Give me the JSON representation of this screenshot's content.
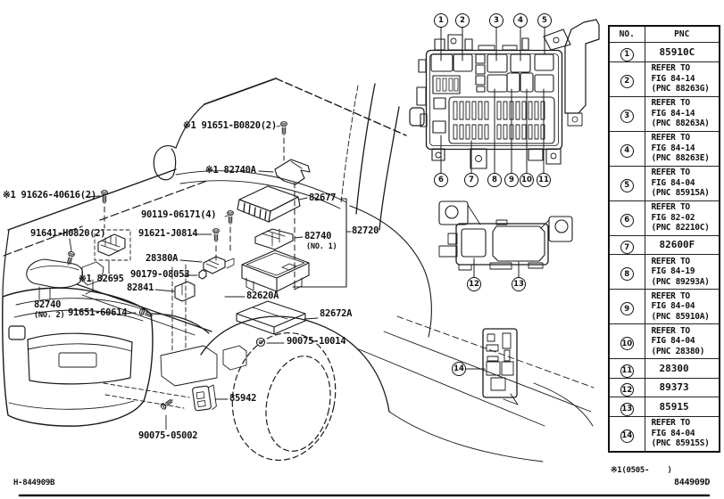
{
  "page": {
    "footer_left": "H-844909B",
    "footer_right": "844909D",
    "note": "※1(0505-    )"
  },
  "table": {
    "col_no": "NO.",
    "col_pnc": "PNC",
    "rows": [
      {
        "no": "1",
        "pnc": "85910C"
      },
      {
        "no": "2",
        "pnc": "REFER TO\nFIG 84-14\n(PNC 88263G)"
      },
      {
        "no": "3",
        "pnc": "REFER TO\nFIG 84-14\n(PNC 88263A)"
      },
      {
        "no": "4",
        "pnc": "REFER TO\nFIG 84-14\n(PNC 88263E)"
      },
      {
        "no": "5",
        "pnc": "REFER TO\nFIG 84-04\n(PNC 85915A)"
      },
      {
        "no": "6",
        "pnc": "REFER TO\nFIG 82-02\n(PNC 82210C)"
      },
      {
        "no": "7",
        "pnc": "82600F"
      },
      {
        "no": "8",
        "pnc": "REFER TO\nFIG 84-19\n(PNC 89293A)"
      },
      {
        "no": "9",
        "pnc": "REFER TO\nFIG 84-04\n(PNC 85910A)"
      },
      {
        "no": "10",
        "pnc": "REFER TO\nFIG 84-04\n(PNC 28380)"
      },
      {
        "no": "11",
        "pnc": "28300"
      },
      {
        "no": "12",
        "pnc": "89373"
      },
      {
        "no": "13",
        "pnc": "85915"
      },
      {
        "no": "14",
        "pnc": "REFER TO\nFIG 84-04\n(PNC 85915S)"
      }
    ]
  },
  "diagram": {
    "labels": {
      "bolt_91651_b0820": "※1 91651-B0820(2)",
      "bracket_82740a": "※1 82740A",
      "bolt_91626": "※1 91626-40616(2)",
      "bolt_90119": "90119-06171(4)",
      "bolt_91641": "91641-H0820(2)",
      "bolt_91621": "91621-J0814",
      "resistor_28380a": "28380A",
      "ecu_82695": "※1 82695",
      "bolt_90179": "90179-08053",
      "bracket_82841": "82841",
      "block_82620a": "82620A",
      "ecu_82740_no2": "82740",
      "ecu_82740_no2_sub": "(NO. 2)",
      "bolt_91651_60614": "91651-60614",
      "cover_82677": "82677",
      "assy_82720": "82720",
      "block_82740_no1": "82740",
      "block_82740_no1_sub": "(NO. 1)",
      "tray_82672a": "82672A",
      "grommet_90075_10014": "90075-10014",
      "sensor_85942": "85942",
      "bolt_90075_05002": "90075-05002"
    }
  }
}
